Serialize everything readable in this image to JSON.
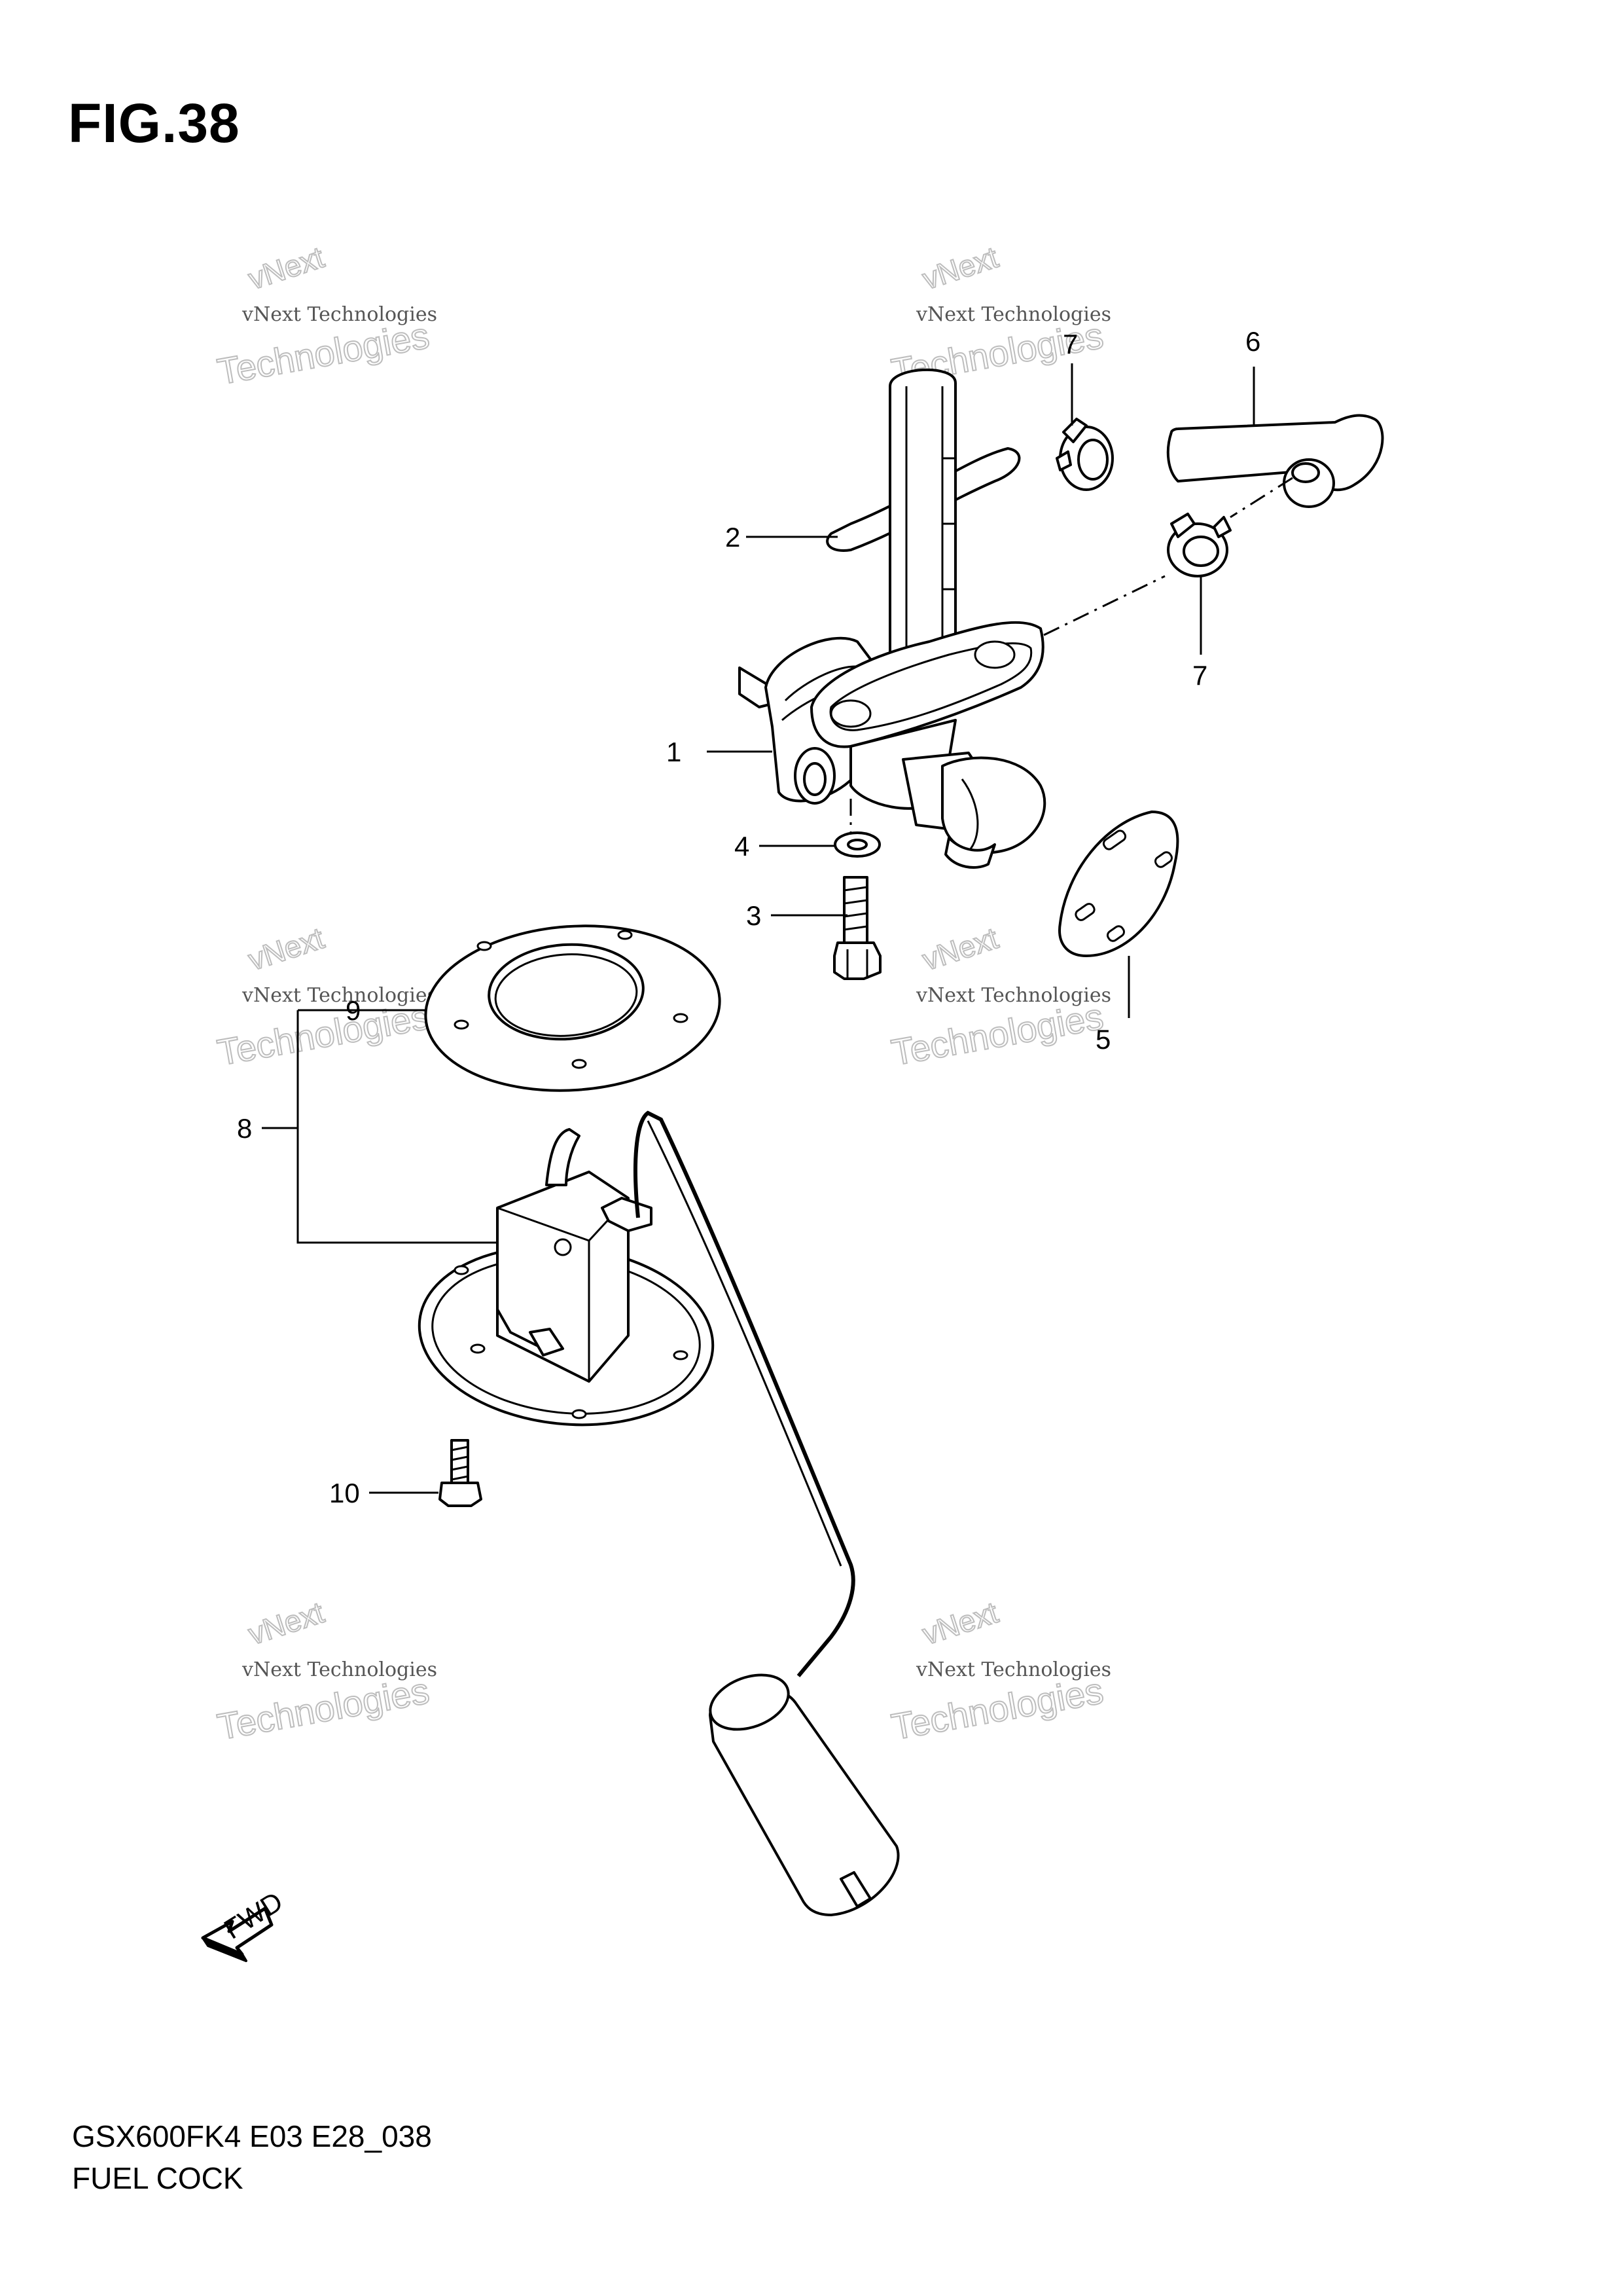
{
  "figure": {
    "title": "FIG.38",
    "model_code": "GSX600FK4 E03 E28_038",
    "name": "FUEL COCK"
  },
  "watermark": {
    "line1": "vNext Technologies",
    "line2": "Technologies",
    "line3": "vNext"
  },
  "callouts": [
    "1",
    "2",
    "3",
    "4",
    "5",
    "6",
    "7",
    "7",
    "8",
    "9",
    "10"
  ],
  "direction_label": "FWD",
  "parts": [
    {
      "ref": "1",
      "name": "fuel-cock-body"
    },
    {
      "ref": "2",
      "name": "gasket"
    },
    {
      "ref": "3",
      "name": "bolt"
    },
    {
      "ref": "4",
      "name": "washer"
    },
    {
      "ref": "5",
      "name": "plate"
    },
    {
      "ref": "6",
      "name": "fuel-hose"
    },
    {
      "ref": "7",
      "name": "hose-clamp"
    },
    {
      "ref": "8",
      "name": "fuel-level-gauge"
    },
    {
      "ref": "9",
      "name": "gauge-gasket"
    },
    {
      "ref": "10",
      "name": "gauge-bolt"
    }
  ]
}
